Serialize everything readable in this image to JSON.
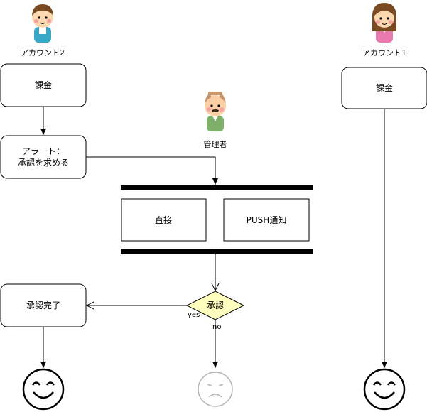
{
  "actors": {
    "account2": "アカウント2",
    "admin": "管理者",
    "account1": "アカウント1"
  },
  "nodes": {
    "charge_account2": "課金",
    "alert_line1": "アラート：",
    "alert_line2": "承認を求める",
    "direct": "直接",
    "push": "PUSH通知",
    "approval_complete": "承認完了",
    "charge_account1": "課金",
    "approve_decision": "承認"
  },
  "edge_labels": {
    "yes": "yes",
    "no": "no"
  },
  "colors": {
    "decision_fill": "#ffffc0",
    "sad_face": "#b3b3b3",
    "line": "#000000"
  }
}
